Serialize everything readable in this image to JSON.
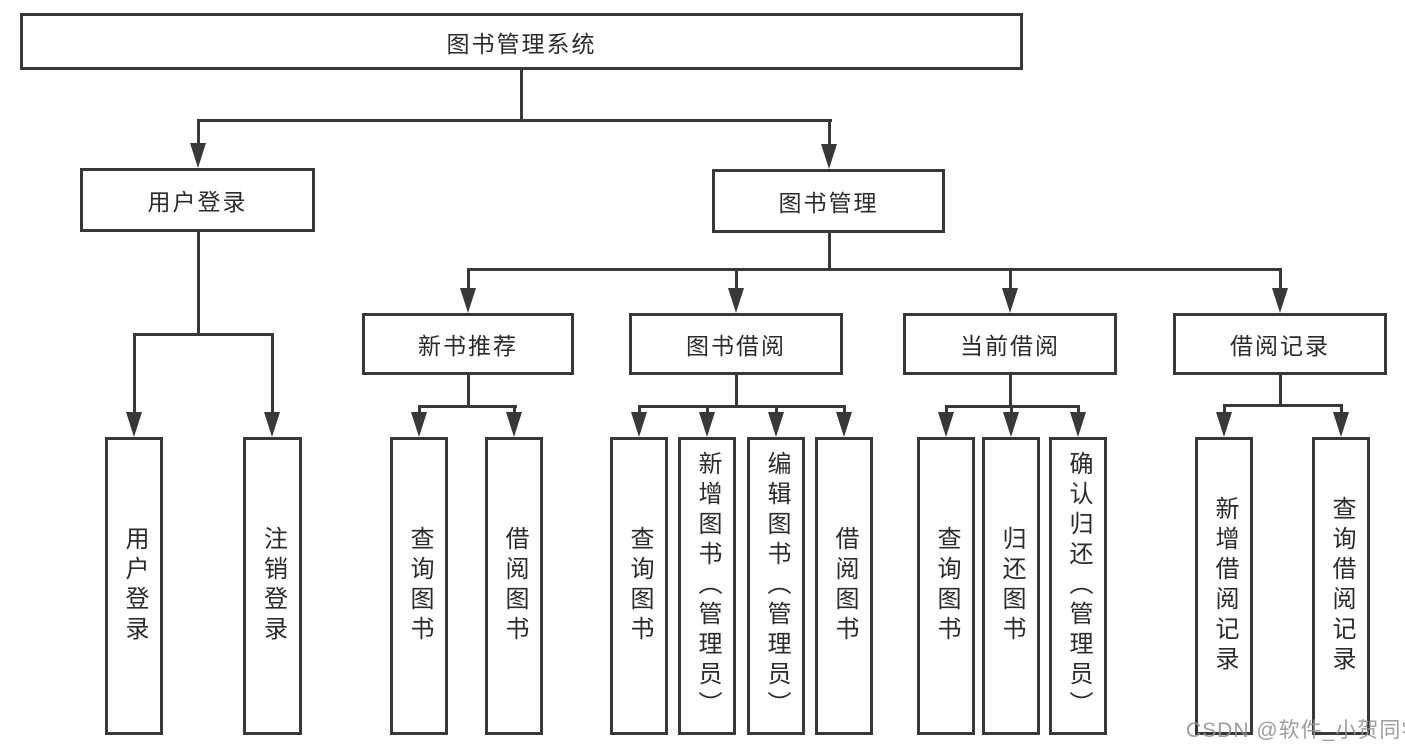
{
  "diagram": {
    "root": {
      "label": "图书管理系统"
    },
    "level2": [
      {
        "label": "用户登录"
      },
      {
        "label": "图书管理"
      }
    ],
    "level3": [
      {
        "label": "新书推荐"
      },
      {
        "label": "图书借阅"
      },
      {
        "label": "当前借阅"
      },
      {
        "label": "借阅记录"
      }
    ],
    "leaves": {
      "user_login": [
        {
          "label": "用户登录"
        },
        {
          "label": "注销登录"
        }
      ],
      "new_books": [
        {
          "label": "查询图书"
        },
        {
          "label": "借阅图书"
        }
      ],
      "borrowing": [
        {
          "label": "查询图书"
        },
        {
          "label": "新增图书（管理员）"
        },
        {
          "label": "编辑图书（管理员）"
        },
        {
          "label": "借阅图书"
        }
      ],
      "current": [
        {
          "label": "查询图书"
        },
        {
          "label": "归还图书"
        },
        {
          "label": "确认归还（管理员）"
        }
      ],
      "records": [
        {
          "label": "新增借阅记录"
        },
        {
          "label": "查询借阅记录"
        }
      ]
    }
  },
  "watermark": "CSDN @软件_小贺同学",
  "colors": {
    "line": "#383838",
    "text": "#2b2b2b",
    "background": "#ffffff",
    "watermark_gray": "#949494"
  }
}
